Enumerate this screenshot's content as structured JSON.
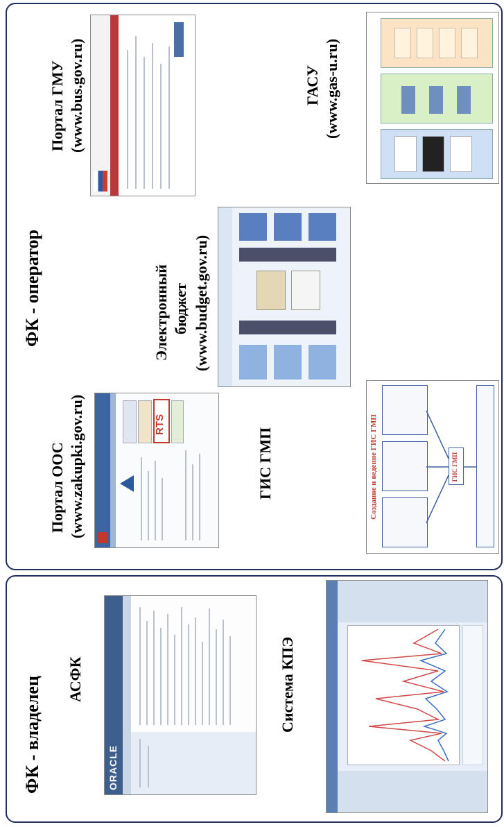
{
  "left_panel": {
    "title": "ФК - владелец",
    "asfk": {
      "title": "АСФК",
      "logo_text": "ORACLE"
    },
    "kpe": {
      "title": "Система КПЭ"
    }
  },
  "right_panel": {
    "title": "ФК - оператор",
    "oos": {
      "title": "Портал ООС",
      "url": "(www.zakupki.gov.ru)",
      "rts_text": "RTS"
    },
    "eb": {
      "title_line1": "Электронный",
      "title_line2": "бюджет",
      "url": "(www.budget.gov.ru)"
    },
    "gisgmp": {
      "title": "ГИС ГМП",
      "diagram_title": "Создание и ведение ГИС ГМП",
      "center_box": "ГИС ГМП"
    },
    "gmu": {
      "title": "Портал ГМУ",
      "url": "(www.bus.gov.ru)"
    },
    "gasu": {
      "title": "ГАСУ",
      "url": "(www.gas-u.ru)"
    }
  }
}
